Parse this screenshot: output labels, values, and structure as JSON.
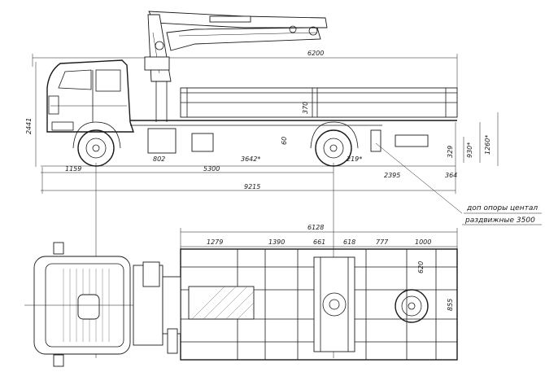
{
  "side_view": {
    "dims": {
      "overall_length_top": "6200",
      "height": "2441",
      "front_overhang": "1159",
      "wheelbase": "5300",
      "overall_length": "9215",
      "body_offset": "802",
      "center_dim": "3642*",
      "frame_height": "60",
      "rear_axle_offset": "219*",
      "platform_height": "329",
      "body_height_a": "930*",
      "body_height_b": "1260*",
      "rear_overhang": "2395",
      "rear_end": "364",
      "side_board": "370"
    }
  },
  "note": {
    "line1": "доп опоры центал",
    "line2": "раздвижные 3500"
  },
  "plan_view": {
    "dims": {
      "body_length": "6128",
      "seg1": "1279",
      "seg2": "1390",
      "seg3": "661",
      "seg4": "618",
      "seg5": "777",
      "seg6": "1000",
      "side_a": "620",
      "side_b": "855"
    }
  },
  "icons": {
    "truck": "truck-crane-icon"
  }
}
